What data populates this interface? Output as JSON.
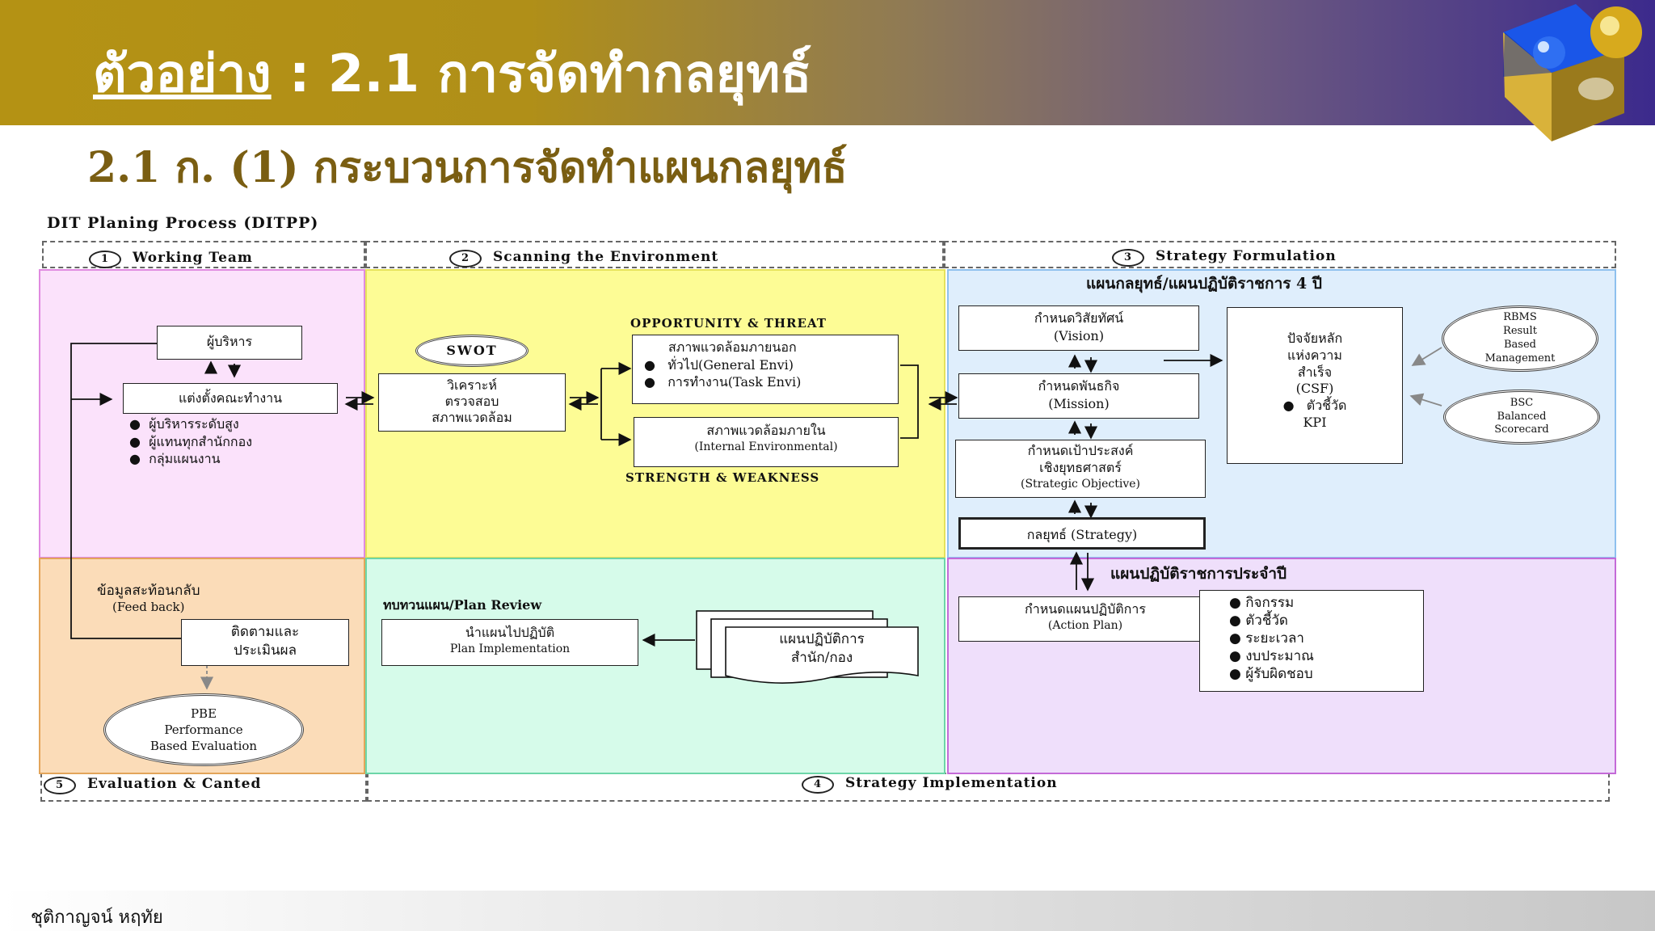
{
  "header": {
    "title_underlined": "ตัวอย่าง",
    "title_rest": " : 2.1 การจัดทำกลยุทธ์",
    "subtitle": "2.1 ก. (1) กระบวนการจัดทำแผนกลยุทธ์"
  },
  "diagram": {
    "title": "DIT Planing Process (DITPP)",
    "phase1": {
      "num": "1",
      "label": "Working Team"
    },
    "phase2": {
      "num": "2",
      "label": "Scanning the Environment"
    },
    "phase3": {
      "num": "3",
      "label": "Strategy Formulation"
    },
    "phase4": {
      "num": "4",
      "label": "Strategy Implementation"
    },
    "phase5": {
      "num": "5",
      "label": "Evaluation & Canted"
    },
    "team": {
      "executive": "ผู้บริหาร",
      "appoint": "แต่งตั้งคณะทำงาน",
      "members": [
        "ผู้บริหารระดับสูง",
        "ผู้แทนทุกสำนักกอง",
        "กลุ่มแผนงาน"
      ]
    },
    "scan": {
      "swot": "SWOT",
      "analyze": [
        "วิเคราะห์",
        "ตรวจสอบ",
        "สภาพแวดล้อม"
      ],
      "opp_threat": "OPPORTUNITY & THREAT",
      "external": "สภาพแวดล้อมภายนอก",
      "external_items": [
        "ทั่วไป(General Envi)",
        "การทำงาน(Task Envi)"
      ],
      "internal": [
        "สภาพแวดล้อมภายใน",
        "(Internal Environmental)"
      ],
      "strength_weak": "STRENGTH & WEAKNESS"
    },
    "formulation": {
      "heading": "แผนกลยุทธ์/แผนปฏิบัติราชการ 4 ปี",
      "vision": [
        "กำหนดวิสัยทัศน์",
        "(Vision)"
      ],
      "mission": [
        "กำหนดพันธกิจ",
        "(Mission)"
      ],
      "objective": [
        "กำหนดเป้าประสงค์",
        "เชิงยุทธศาสตร์",
        "(Strategic Objective)"
      ],
      "strategy": "กลยุทธ์ (Strategy)",
      "csf": [
        "ปัจจัยหลัก",
        "แห่งความ",
        "สำเร็จ",
        "(CSF)"
      ],
      "kpi_bullet": "ตัวชี้วัด",
      "kpi": "KPI",
      "rbms": [
        "RBMS",
        "Result",
        "Based",
        "Management"
      ],
      "bsc": [
        "BSC",
        "Balanced",
        "Scorecard"
      ]
    },
    "evaluation": {
      "feedback": [
        "ข้อมูลสะท้อนกลับ",
        "(Feed back)"
      ],
      "monitor": [
        "ติดตามและ",
        "ประเมินผล"
      ],
      "pbe": [
        "PBE",
        "Performance",
        "Based Evaluation"
      ]
    },
    "review": {
      "heading": "ทบทวนแผน/Plan  Review",
      "implement": [
        "นำแผนไปปฏิบัติ",
        "Plan  Implementation"
      ],
      "office_plan": [
        "แผนปฏิบัติการ",
        "สำนัก/กอง"
      ]
    },
    "implementation": {
      "heading": "แผนปฏิบัติราชการประจำปี",
      "action_plan": [
        "กำหนดแผนปฏิบัติการ",
        "(Action Plan)"
      ],
      "items": [
        "กิจกรรม",
        "ตัวชี้วัด",
        "ระยะเวลา",
        "งบประมาณ",
        "ผู้รับผิดชอบ"
      ]
    }
  },
  "footer": {
    "author": "ชุติกาญจน์  หฤทัย"
  },
  "colors": {
    "header_gold": "#b49214",
    "header_purple": "#3c2a8c",
    "subtitle": "#7a5e12",
    "pink": "#fbe2fb",
    "yellow": "#fdfc95",
    "blue": "#dfeefc",
    "peach": "#fbdcb8",
    "mint": "#d6fbea",
    "lavender": "#efdffb"
  }
}
